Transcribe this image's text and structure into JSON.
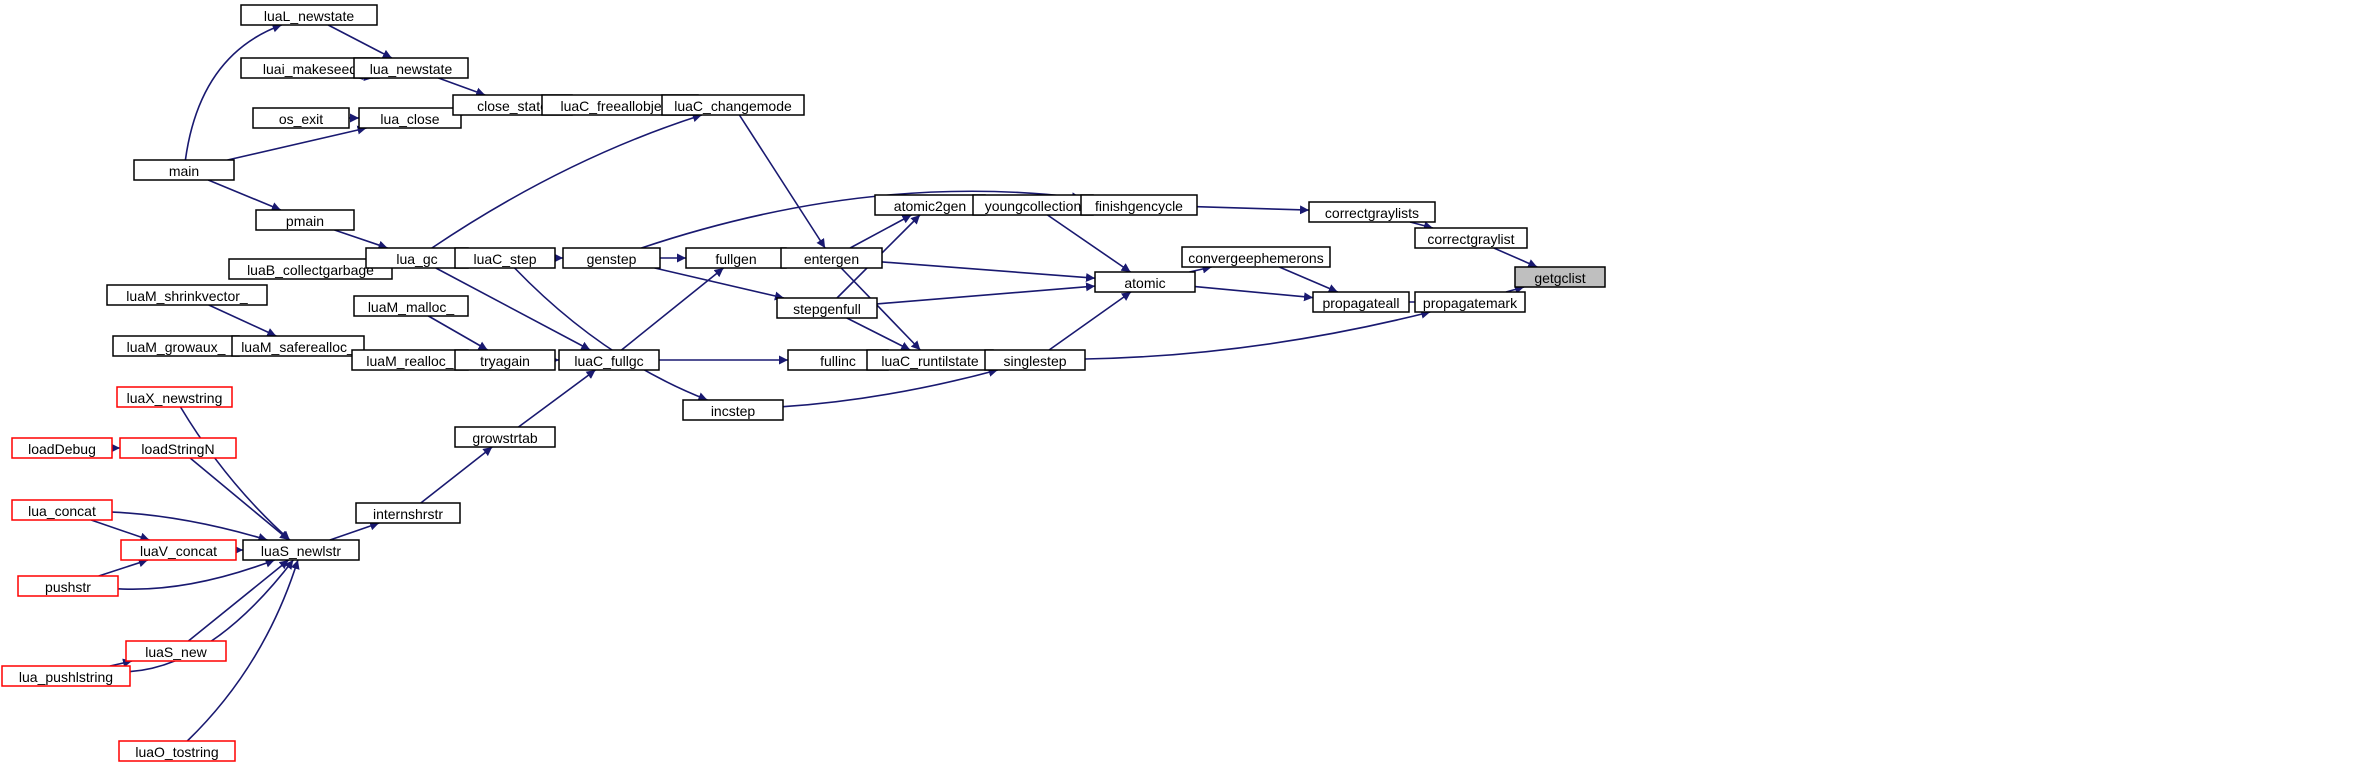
{
  "colors": {
    "edge": "#191970",
    "node_border": "#000000",
    "node_border_highlight": "#ff0000",
    "node_fill": "#ffffff",
    "focus_fill": "#bfbfbf"
  },
  "nodes": [
    {
      "id": "luaL_newstate",
      "label": "luaL_newstate",
      "kind": "normal"
    },
    {
      "id": "luai_makeseed",
      "label": "luai_makeseed",
      "kind": "normal"
    },
    {
      "id": "lua_newstate",
      "label": "lua_newstate",
      "kind": "normal"
    },
    {
      "id": "os_exit",
      "label": "os_exit",
      "kind": "normal"
    },
    {
      "id": "lua_close",
      "label": "lua_close",
      "kind": "normal"
    },
    {
      "id": "close_state",
      "label": "close_state",
      "kind": "normal"
    },
    {
      "id": "luaC_freeallobjects",
      "label": "luaC_freeallobjects",
      "kind": "normal"
    },
    {
      "id": "luaC_changemode",
      "label": "luaC_changemode",
      "kind": "normal"
    },
    {
      "id": "main",
      "label": "main",
      "kind": "normal"
    },
    {
      "id": "pmain",
      "label": "pmain",
      "kind": "normal"
    },
    {
      "id": "luaB_collectgarbage",
      "label": "luaB_collectgarbage",
      "kind": "normal"
    },
    {
      "id": "lua_gc",
      "label": "lua_gc",
      "kind": "normal"
    },
    {
      "id": "luaC_step",
      "label": "luaC_step",
      "kind": "normal"
    },
    {
      "id": "genstep",
      "label": "genstep",
      "kind": "normal"
    },
    {
      "id": "fullgen",
      "label": "fullgen",
      "kind": "normal"
    },
    {
      "id": "entergen",
      "label": "entergen",
      "kind": "normal"
    },
    {
      "id": "atomic2gen",
      "label": "atomic2gen",
      "kind": "normal"
    },
    {
      "id": "youngcollection",
      "label": "youngcollection",
      "kind": "normal"
    },
    {
      "id": "finishgencycle",
      "label": "finishgencycle",
      "kind": "normal"
    },
    {
      "id": "correctgraylists",
      "label": "correctgraylists",
      "kind": "normal"
    },
    {
      "id": "correctgraylist",
      "label": "correctgraylist",
      "kind": "normal"
    },
    {
      "id": "getgclist",
      "label": "getgclist",
      "kind": "focus"
    },
    {
      "id": "convergeephemerons",
      "label": "convergeephemerons",
      "kind": "normal"
    },
    {
      "id": "atomic",
      "label": "atomic",
      "kind": "normal"
    },
    {
      "id": "propagateall",
      "label": "propagateall",
      "kind": "normal"
    },
    {
      "id": "propagatemark",
      "label": "propagatemark",
      "kind": "normal"
    },
    {
      "id": "stepgenfull",
      "label": "stepgenfull",
      "kind": "normal"
    },
    {
      "id": "luaM_shrinkvector_",
      "label": "luaM_shrinkvector_",
      "kind": "normal"
    },
    {
      "id": "luaM_growaux_",
      "label": "luaM_growaux_",
      "kind": "normal"
    },
    {
      "id": "luaM_saferealloc_",
      "label": "luaM_saferealloc_",
      "kind": "normal"
    },
    {
      "id": "luaM_malloc_",
      "label": "luaM_malloc_",
      "kind": "normal"
    },
    {
      "id": "luaM_realloc_",
      "label": "luaM_realloc_",
      "kind": "normal"
    },
    {
      "id": "tryagain",
      "label": "tryagain",
      "kind": "normal"
    },
    {
      "id": "luaC_fullgc",
      "label": "luaC_fullgc",
      "kind": "normal"
    },
    {
      "id": "fullinc",
      "label": "fullinc",
      "kind": "normal"
    },
    {
      "id": "luaC_runtilstate",
      "label": "luaC_runtilstate",
      "kind": "normal"
    },
    {
      "id": "singlestep",
      "label": "singlestep",
      "kind": "normal"
    },
    {
      "id": "incstep",
      "label": "incstep",
      "kind": "normal"
    },
    {
      "id": "growstrtab",
      "label": "growstrtab",
      "kind": "normal"
    },
    {
      "id": "internshrstr",
      "label": "internshrstr",
      "kind": "normal"
    },
    {
      "id": "luaS_newlstr",
      "label": "luaS_newlstr",
      "kind": "normal"
    },
    {
      "id": "luaX_newstring",
      "label": "luaX_newstring",
      "kind": "truncated"
    },
    {
      "id": "loadDebug",
      "label": "loadDebug",
      "kind": "truncated"
    },
    {
      "id": "loadStringN",
      "label": "loadStringN",
      "kind": "truncated"
    },
    {
      "id": "lua_concat",
      "label": "lua_concat",
      "kind": "truncated"
    },
    {
      "id": "luaV_concat",
      "label": "luaV_concat",
      "kind": "truncated"
    },
    {
      "id": "pushstr",
      "label": "pushstr",
      "kind": "truncated"
    },
    {
      "id": "luaS_new",
      "label": "luaS_new",
      "kind": "truncated"
    },
    {
      "id": "lua_pushlstring",
      "label": "lua_pushlstring",
      "kind": "truncated"
    },
    {
      "id": "luaO_tostring",
      "label": "luaO_tostring",
      "kind": "truncated"
    }
  ],
  "edges": [
    [
      "main",
      "luaL_newstate"
    ],
    [
      "luaL_newstate",
      "lua_newstate"
    ],
    [
      "lua_newstate",
      "luai_makeseed"
    ],
    [
      "luai_makeseed",
      "lua_newstate"
    ],
    [
      "lua_newstate",
      "close_state"
    ],
    [
      "os_exit",
      "lua_close"
    ],
    [
      "main",
      "lua_close"
    ],
    [
      "lua_close",
      "close_state"
    ],
    [
      "close_state",
      "luaC_freeallobjects"
    ],
    [
      "luaC_freeallobjects",
      "luaC_changemode"
    ],
    [
      "main",
      "pmain"
    ],
    [
      "pmain",
      "lua_gc"
    ],
    [
      "luaB_collectgarbage",
      "lua_gc"
    ],
    [
      "lua_gc",
      "luaC_changemode"
    ],
    [
      "lua_gc",
      "luaC_step"
    ],
    [
      "lua_gc",
      "luaC_fullgc"
    ],
    [
      "luaC_changemode",
      "entergen"
    ],
    [
      "luaC_step",
      "genstep"
    ],
    [
      "luaC_step",
      "incstep"
    ],
    [
      "genstep",
      "fullgen"
    ],
    [
      "genstep",
      "stepgenfull"
    ],
    [
      "genstep",
      "finishgencycle"
    ],
    [
      "fullgen",
      "entergen"
    ],
    [
      "entergen",
      "atomic2gen"
    ],
    [
      "entergen",
      "atomic"
    ],
    [
      "entergen",
      "luaC_runtilstate"
    ],
    [
      "atomic2gen",
      "finishgencycle"
    ],
    [
      "stepgenfull",
      "atomic2gen"
    ],
    [
      "stepgenfull",
      "atomic"
    ],
    [
      "stepgenfull",
      "luaC_runtilstate"
    ],
    [
      "youngcollection",
      "finishgencycle"
    ],
    [
      "youngcollection",
      "atomic"
    ],
    [
      "finishgencycle",
      "correctgraylists"
    ],
    [
      "correctgraylists",
      "correctgraylist"
    ],
    [
      "correctgraylist",
      "getgclist"
    ],
    [
      "atomic",
      "convergeephemerons"
    ],
    [
      "atomic",
      "propagateall"
    ],
    [
      "convergeephemerons",
      "propagateall"
    ],
    [
      "propagateall",
      "propagatemark"
    ],
    [
      "propagatemark",
      "getgclist"
    ],
    [
      "luaM_shrinkvector_",
      "luaM_saferealloc_"
    ],
    [
      "luaM_growaux_",
      "luaM_saferealloc_"
    ],
    [
      "luaM_saferealloc_",
      "luaM_realloc_"
    ],
    [
      "luaM_malloc_",
      "tryagain"
    ],
    [
      "luaM_realloc_",
      "tryagain"
    ],
    [
      "tryagain",
      "luaC_fullgc"
    ],
    [
      "luaC_fullgc",
      "fullgen"
    ],
    [
      "luaC_fullgc",
      "fullinc"
    ],
    [
      "fullinc",
      "luaC_runtilstate"
    ],
    [
      "luaC_runtilstate",
      "singlestep"
    ],
    [
      "singlestep",
      "atomic"
    ],
    [
      "singlestep",
      "propagatemark"
    ],
    [
      "incstep",
      "singlestep"
    ],
    [
      "growstrtab",
      "luaC_fullgc"
    ],
    [
      "internshrstr",
      "growstrtab"
    ],
    [
      "luaS_newlstr",
      "internshrstr"
    ],
    [
      "luaX_newstring",
      "luaS_newlstr"
    ],
    [
      "loadDebug",
      "loadStringN"
    ],
    [
      "loadStringN",
      "luaS_newlstr"
    ],
    [
      "lua_concat",
      "luaV_concat"
    ],
    [
      "lua_concat",
      "luaS_newlstr"
    ],
    [
      "luaV_concat",
      "luaS_newlstr"
    ],
    [
      "pushstr",
      "luaV_concat"
    ],
    [
      "pushstr",
      "luaS_newlstr"
    ],
    [
      "luaS_new",
      "luaS_newlstr"
    ],
    [
      "lua_pushlstring",
      "luaS_new"
    ],
    [
      "lua_pushlstring",
      "luaS_newlstr"
    ],
    [
      "luaO_tostring",
      "luaS_newlstr"
    ]
  ]
}
